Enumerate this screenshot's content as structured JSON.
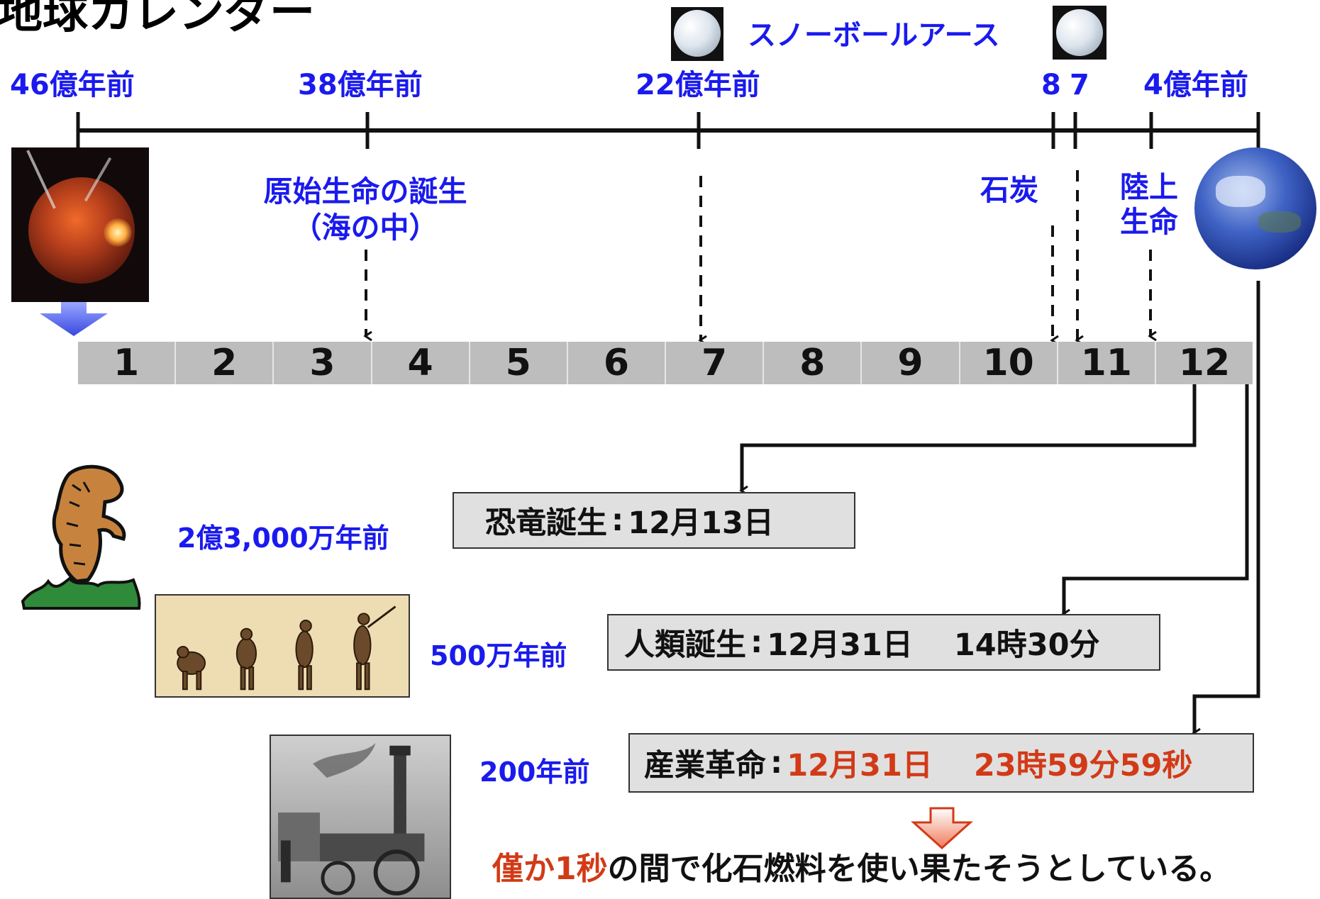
{
  "title": "地球カレンダー",
  "timeline": {
    "ticks": [
      {
        "label": "46億年前"
      },
      {
        "label": "38億年前"
      },
      {
        "label": "22億年前"
      },
      {
        "label": "8"
      },
      {
        "label": "7"
      },
      {
        "label": "4億年前"
      }
    ],
    "snowball_label": "スノーボールアース",
    "events": {
      "origin_of_life_line1": "原始生命の誕生",
      "origin_of_life_line2": "（海の中）",
      "coal": "石炭",
      "land_life_line1": "陸上",
      "land_life_line2": "生命"
    }
  },
  "months": [
    "1",
    "2",
    "3",
    "4",
    "5",
    "6",
    "7",
    "8",
    "9",
    "10",
    "11",
    "12"
  ],
  "milestones": {
    "dinosaur": {
      "ago": "2億3,000万年前",
      "label": "恐竜誕生",
      "sep": ":",
      "date": "12月13日"
    },
    "human": {
      "ago": "500万年前",
      "label": "人類誕生",
      "sep": ":",
      "date": "12月31日　 14時30分"
    },
    "industrial": {
      "ago": "200年前",
      "label": "産業革命",
      "sep": ":",
      "date": "12月31日　 23時59分59秒"
    }
  },
  "conclusion": {
    "highlight": "僅か1秒",
    "rest": "の間で化石燃料を使い果たそうとしている。"
  },
  "colors": {
    "blue_text": "#1a1aee",
    "red_text": "#d23a17",
    "month_bar": "#bdbdbd",
    "box_fill": "#e0e0e0"
  },
  "icons": [
    "molten-earth-image",
    "earth-globe-image",
    "snowball-earth-icon",
    "dinosaur-image",
    "human-evolution-image",
    "steam-locomotive-image"
  ]
}
